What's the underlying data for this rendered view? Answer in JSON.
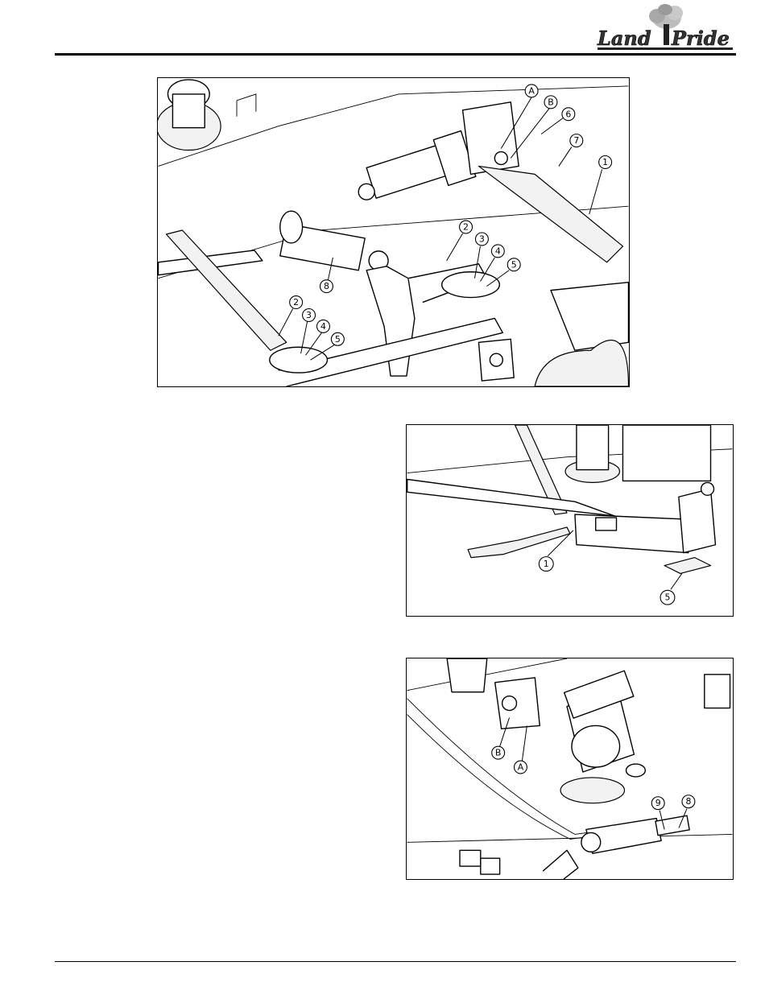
{
  "header": {
    "logo_text": "Land Pride"
  },
  "figures": [
    {
      "callouts": [
        "A",
        "B",
        "6",
        "7",
        "1",
        "2",
        "3",
        "4",
        "5",
        "8",
        "2",
        "3",
        "4",
        "5"
      ]
    },
    {
      "callouts": [
        "1",
        "5"
      ]
    },
    {
      "callouts": [
        "B",
        "A",
        "9",
        "8"
      ]
    }
  ]
}
